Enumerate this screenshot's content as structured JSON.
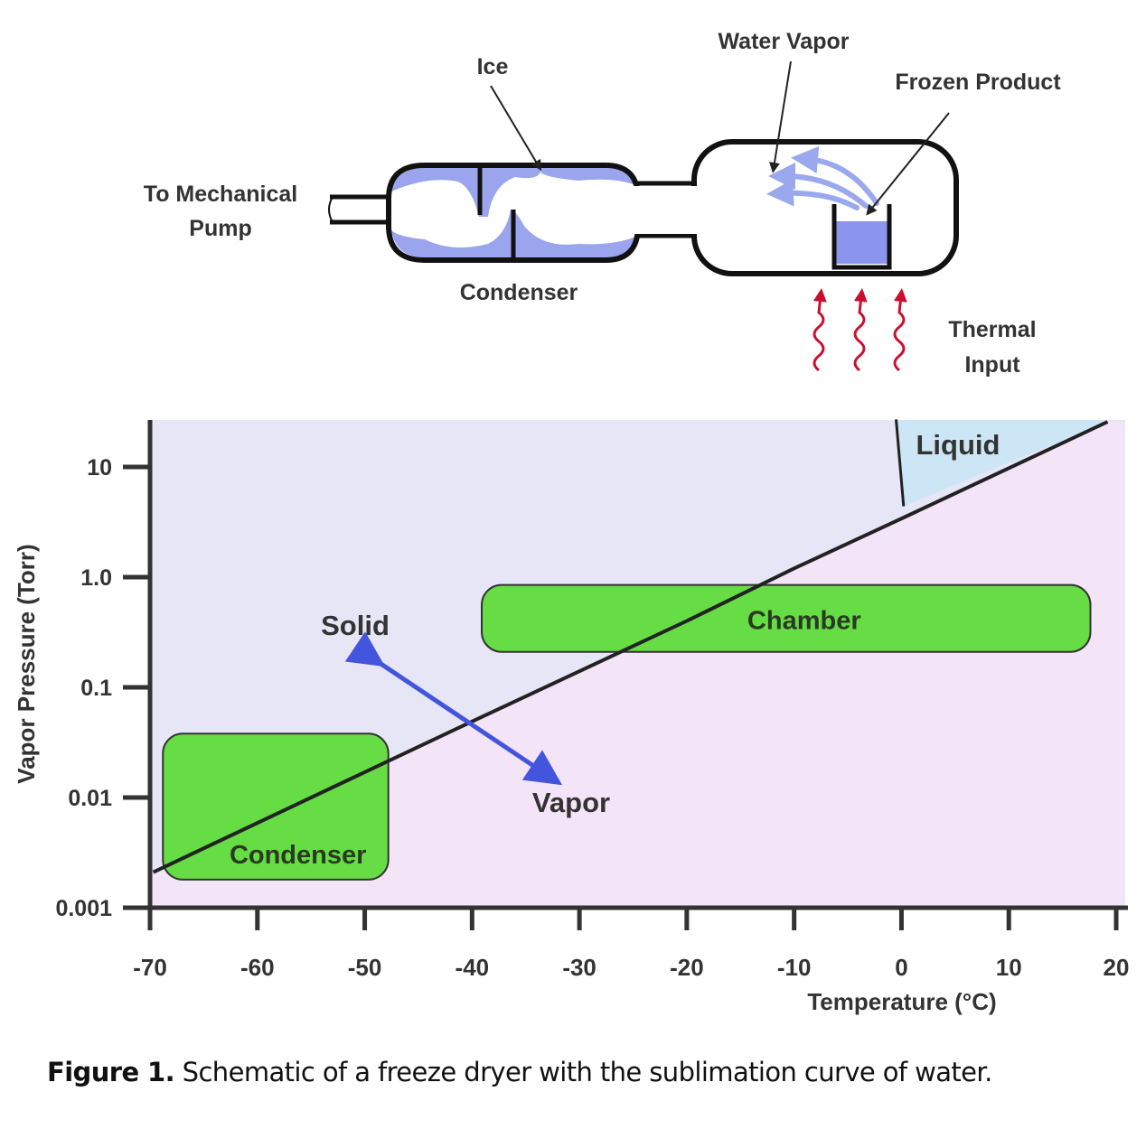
{
  "schematic": {
    "labels": {
      "ice": "Ice",
      "water_vapor": "Water Vapor",
      "frozen_product": "Frozen Product",
      "pump_line1": "To Mechanical",
      "pump_line2": "Pump",
      "condenser": "Condenser",
      "thermal_line1": "Thermal",
      "thermal_line2": "Input"
    },
    "colors": {
      "ice": "#9aa5ee",
      "vapor_arrows": "#9aa8ee",
      "heat": "#c8102e"
    }
  },
  "chart_data": {
    "type": "line",
    "xlabel": "Temperature (°C)",
    "ylabel": "Vapor Pressure (Torr)",
    "xlim": [
      -70,
      20
    ],
    "ylim": [
      0.001,
      27
    ],
    "yscale": "log",
    "x_ticks": [
      -70,
      -60,
      -50,
      -40,
      -30,
      -20,
      -10,
      0,
      10,
      20
    ],
    "x_tick_labels": [
      "-70",
      "-60",
      "-50",
      "-40",
      "-30",
      "-20",
      "-10",
      "0",
      "10",
      "20"
    ],
    "y_ticks": [
      0.001,
      0.01,
      0.1,
      1.0,
      10
    ],
    "y_tick_labels": [
      "0.001",
      "0.01",
      "0.1",
      "1.0",
      "10"
    ],
    "series": [
      {
        "name": "Sublimation curve",
        "points": [
          [
            -69.7,
            0.0021
          ],
          [
            -50,
            0.017
          ],
          [
            -40,
            0.049
          ],
          [
            -30,
            0.14
          ],
          [
            -20,
            0.4
          ],
          [
            -10,
            1.2
          ],
          [
            0,
            3.4
          ],
          [
            19.2,
            25.7
          ]
        ]
      },
      {
        "name": "Melting line",
        "points": [
          [
            -0.5,
            27
          ],
          [
            0.2,
            4.4
          ]
        ]
      }
    ],
    "regions": [
      {
        "label": "Solid",
        "color": "#e6e6f6"
      },
      {
        "label": "Vapor",
        "color": "#f3e4f7"
      },
      {
        "label": "Liquid",
        "color": "#cde6f6"
      }
    ],
    "boxes": [
      {
        "label": "Chamber",
        "t_range": [
          -39.1,
          17.6
        ],
        "p_range": [
          0.21,
          0.85
        ],
        "color": "#66dd44"
      },
      {
        "label": "Condenser",
        "t_range": [
          -68.8,
          -47.8
        ],
        "p_range": [
          0.0018,
          0.038
        ],
        "color": "#66dd44"
      }
    ],
    "arrow": {
      "from": [
        -49.5,
        0.19
      ],
      "to": [
        -33,
        0.016
      ],
      "color": "#4455dd"
    }
  },
  "caption": {
    "label": "Figure 1.",
    "text": " Schematic of a freeze dryer with the sublimation curve of water."
  }
}
